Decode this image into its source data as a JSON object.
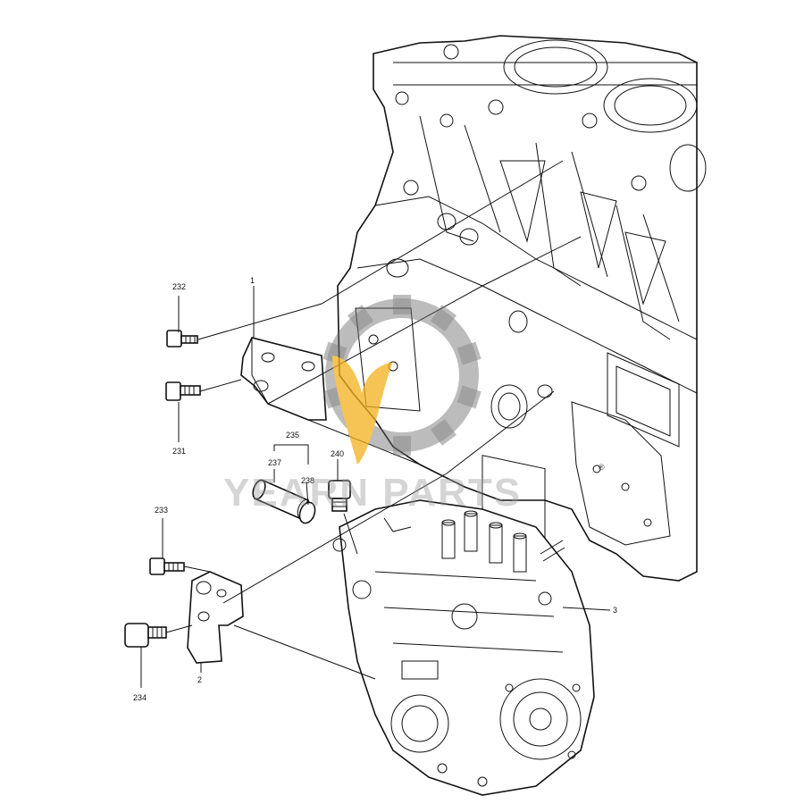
{
  "diagram": {
    "callouts": {
      "c1": "1",
      "c2": "2",
      "c3": "3",
      "c231": "231",
      "c232": "232",
      "c233": "233",
      "c234": "234",
      "c235": "235",
      "c237": "237",
      "c238": "238",
      "c240": "240"
    },
    "watermark": {
      "text": "YEARN PARTS",
      "mark": "®",
      "colors": {
        "gear": "#6b6b6b",
        "flame": "#f2b11c",
        "text": "#9a9a9a"
      }
    }
  }
}
